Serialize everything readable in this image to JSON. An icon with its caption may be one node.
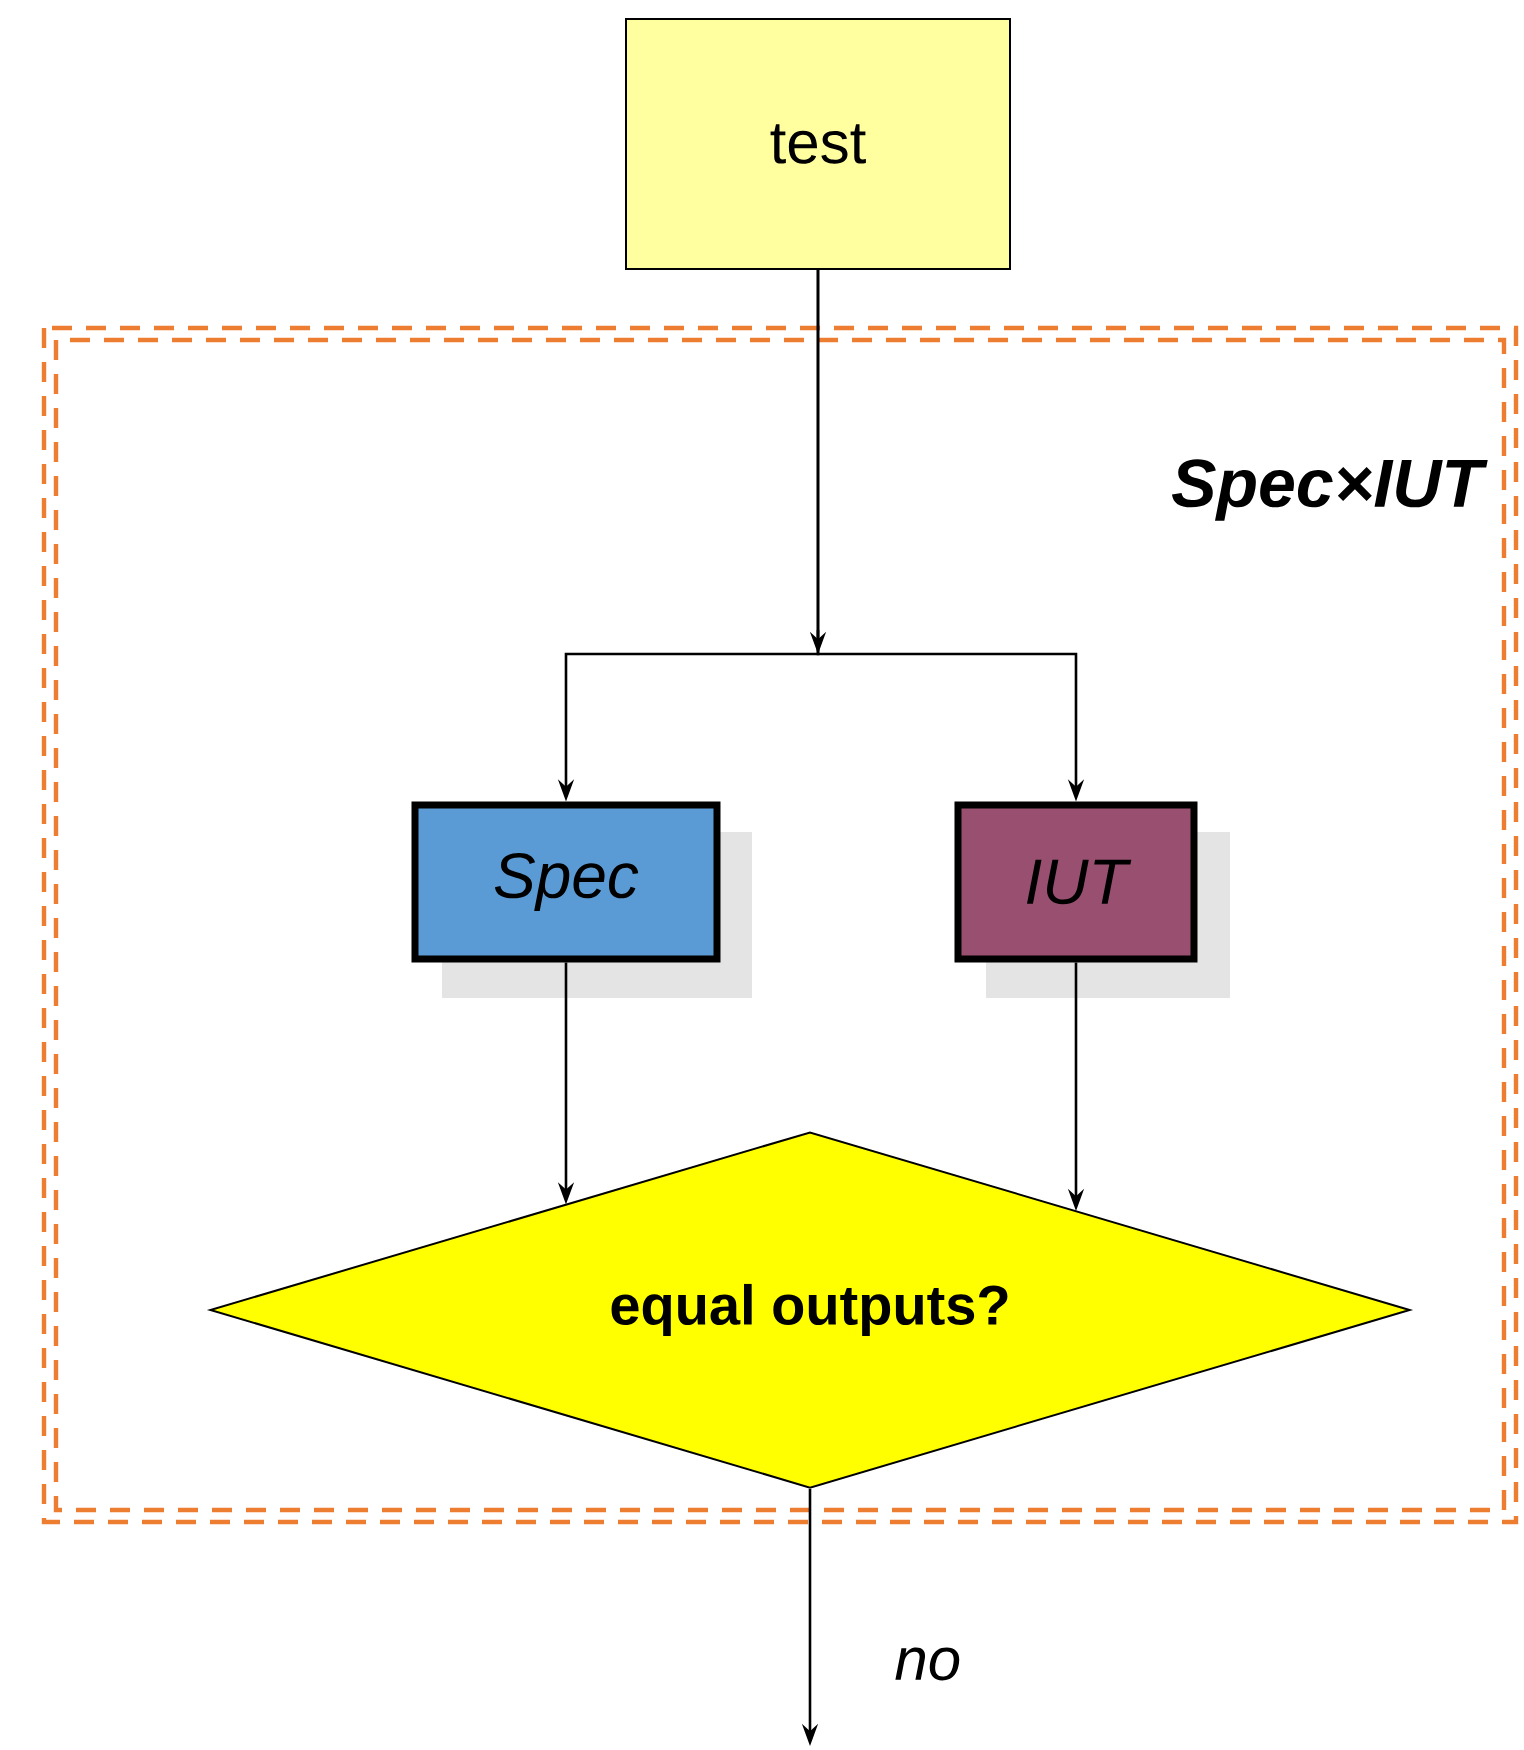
{
  "diagram": {
    "nodes": [
      {
        "text": [
          "test"
        ]
      },
      {
        "text": [
          "Spec×IUT"
        ]
      },
      {
        "text": [
          "Spec"
        ],
        "in": 1
      },
      {
        "text": [
          "IUT"
        ],
        "in": 1
      },
      {
        "text": [
          "equal outputs?"
        ],
        "in": 1
      }
    ],
    "edges": [
      {
        "from": 0,
        "to": 2,
        "arrow": "to"
      },
      {
        "from": 0,
        "to": 3,
        "arrow": "to"
      },
      {
        "from": 2,
        "to": 4,
        "arrow": "to"
      },
      {
        "from": 3,
        "to": 4,
        "arrow": "to"
      },
      {
        "from": 4,
        "to": null,
        "arrow": "to",
        "label": "no"
      }
    ]
  }
}
